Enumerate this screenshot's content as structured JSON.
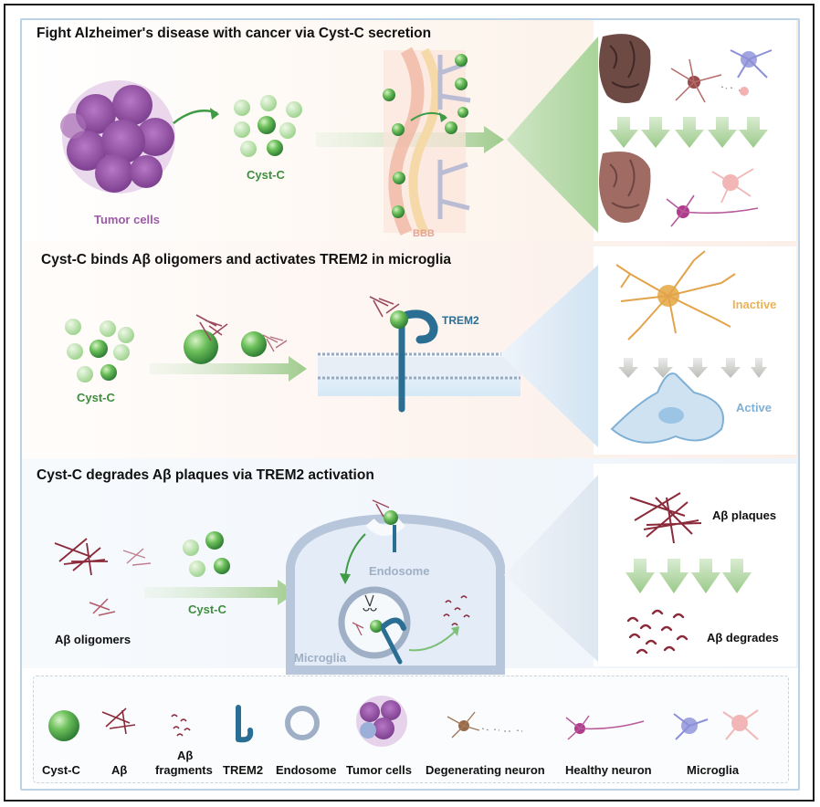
{
  "panel1": {
    "title": "Fight Alzheimer's disease with cancer via Cyst-C secretion",
    "tumor_label": "Tumor cells",
    "cystc_label": "Cyst-C",
    "bbb_label": "BBB"
  },
  "panel2": {
    "title": "Cyst-C binds  Aβ oligomers and activates TREM2 in  microglia",
    "cystc_label": "Cyst-C",
    "trem2_label": "TREM2",
    "inactive_label": "Inactive",
    "active_label": "Active"
  },
  "panel3": {
    "title": "Cyst-C degrades Aβ plaques via TREM2 activation",
    "oligomers_label": "Aβ oligomers",
    "cystc_label": "Cyst-C",
    "endosome_label": "Endosome",
    "microglia_label": "Microglia",
    "plaques_label": "Aβ plaques",
    "degrades_label": "Aβ degrades"
  },
  "legend": {
    "items": [
      {
        "label": "Cyst-C"
      },
      {
        "label": "Aβ"
      },
      {
        "label_line1": "Aβ",
        "label_line2": "fragments"
      },
      {
        "label": "TREM2"
      },
      {
        "label": "Endosome"
      },
      {
        "label": "Tumor cells"
      },
      {
        "label": "Degenerating neuron"
      },
      {
        "label": "Healthy neuron"
      },
      {
        "label": "Microglia"
      }
    ]
  },
  "colors": {
    "cystc_green": "#4caf50",
    "tumor_purple": "#8e4a9c",
    "trem2_blue": "#2a6f93",
    "abeta_red": "#8a2a3a",
    "inactive_orange": "#e3a34a",
    "active_blue": "#7fb0d6",
    "arrow_green": "#a9cf99"
  }
}
